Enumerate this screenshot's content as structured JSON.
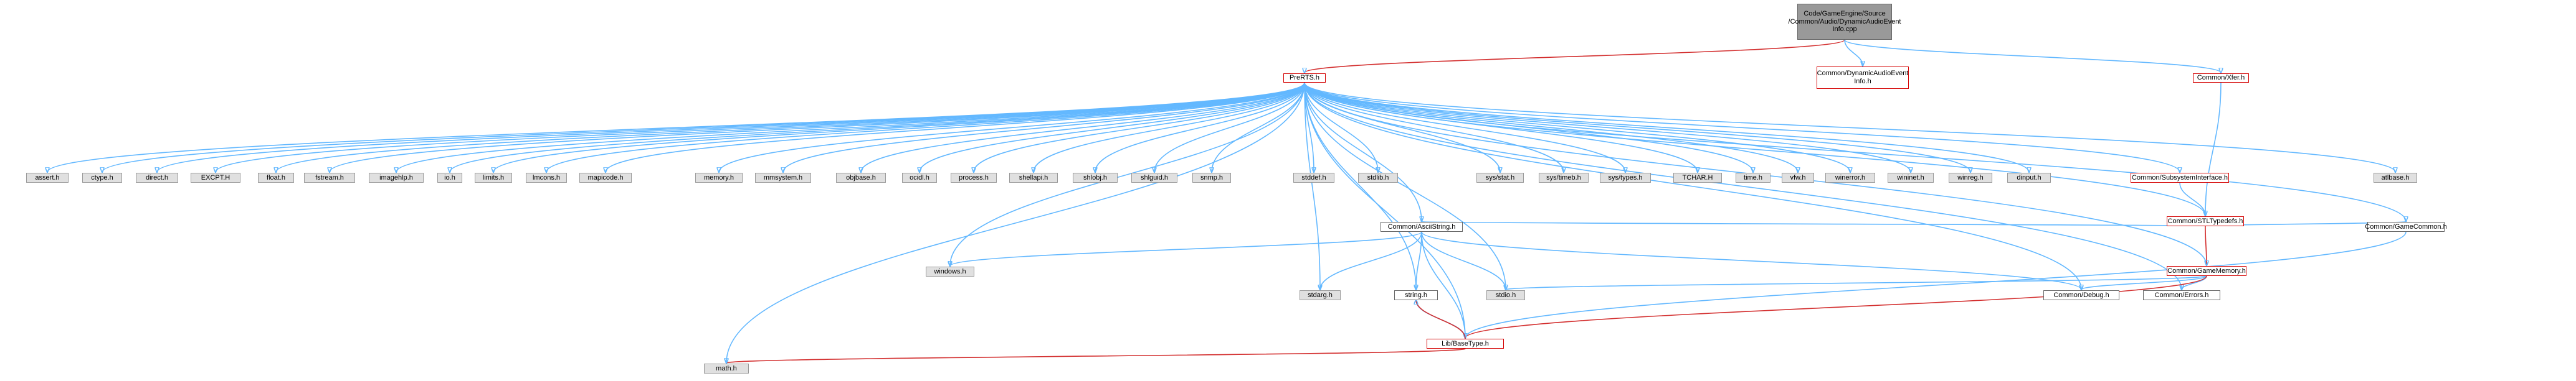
{
  "title": "Code/GameEngine/Source/Common/Audio/DynamicAudioEventInfo.cpp",
  "nodes": [
    {
      "id": "root",
      "label": "Code/GameEngine/Source\n/Common/Audio/DynamicAudioEvent\nInfo.cpp",
      "kind": "root"
    },
    {
      "id": "prerts",
      "label": "PreRTS.h",
      "kind": "red"
    },
    {
      "id": "dynaudio",
      "label": "Common/DynamicAudioEvent\nInfo.h",
      "kind": "red"
    },
    {
      "id": "xfer",
      "label": "Common/Xfer.h",
      "kind": "red"
    },
    {
      "id": "assert",
      "label": "assert.h",
      "kind": "sys"
    },
    {
      "id": "ctype",
      "label": "ctype.h",
      "kind": "sys"
    },
    {
      "id": "direct",
      "label": "direct.h",
      "kind": "sys"
    },
    {
      "id": "excpt",
      "label": "EXCPT.H",
      "kind": "sys"
    },
    {
      "id": "float",
      "label": "float.h",
      "kind": "sys"
    },
    {
      "id": "fstream",
      "label": "fstream.h",
      "kind": "sys"
    },
    {
      "id": "imagehlp",
      "label": "imagehlp.h",
      "kind": "sys"
    },
    {
      "id": "io",
      "label": "io.h",
      "kind": "sys"
    },
    {
      "id": "limits",
      "label": "limits.h",
      "kind": "sys"
    },
    {
      "id": "lmcons",
      "label": "lmcons.h",
      "kind": "sys"
    },
    {
      "id": "mapicode",
      "label": "mapicode.h",
      "kind": "sys"
    },
    {
      "id": "memory",
      "label": "memory.h",
      "kind": "sys"
    },
    {
      "id": "mmsystem",
      "label": "mmsystem.h",
      "kind": "sys"
    },
    {
      "id": "objbase",
      "label": "objbase.h",
      "kind": "sys"
    },
    {
      "id": "ocidl",
      "label": "ocidl.h",
      "kind": "sys"
    },
    {
      "id": "process",
      "label": "process.h",
      "kind": "sys"
    },
    {
      "id": "shellapi",
      "label": "shellapi.h",
      "kind": "sys"
    },
    {
      "id": "shlobj",
      "label": "shlobj.h",
      "kind": "sys"
    },
    {
      "id": "shlguid",
      "label": "shlguid.h",
      "kind": "sys"
    },
    {
      "id": "snmp",
      "label": "snmp.h",
      "kind": "sys"
    },
    {
      "id": "stddef",
      "label": "stddef.h",
      "kind": "sys"
    },
    {
      "id": "stdlib",
      "label": "stdlib.h",
      "kind": "sys"
    },
    {
      "id": "sysstat",
      "label": "sys/stat.h",
      "kind": "sys"
    },
    {
      "id": "systimeb",
      "label": "sys/timeb.h",
      "kind": "sys"
    },
    {
      "id": "systypes",
      "label": "sys/types.h",
      "kind": "sys"
    },
    {
      "id": "tchar",
      "label": "TCHAR.H",
      "kind": "sys"
    },
    {
      "id": "time",
      "label": "time.h",
      "kind": "sys"
    },
    {
      "id": "vfw",
      "label": "vfw.h",
      "kind": "sys"
    },
    {
      "id": "winerror",
      "label": "winerror.h",
      "kind": "sys"
    },
    {
      "id": "wininet",
      "label": "wininet.h",
      "kind": "sys"
    },
    {
      "id": "winreg",
      "label": "winreg.h",
      "kind": "sys"
    },
    {
      "id": "dinput",
      "label": "dinput.h",
      "kind": "sys"
    },
    {
      "id": "subsys",
      "label": "Common/SubsystemInterface.h",
      "kind": "red"
    },
    {
      "id": "atlbase",
      "label": "atlbase.h",
      "kind": "sys"
    },
    {
      "id": "stltypedefs",
      "label": "Common/STLTypedefs.h",
      "kind": "red"
    },
    {
      "id": "asciistring",
      "label": "Common/AsciiString.h",
      "kind": "doc"
    },
    {
      "id": "gamememory",
      "label": "Common/GameMemory.h",
      "kind": "red"
    },
    {
      "id": "gamecommon",
      "label": "Common/GameCommon.h",
      "kind": "doc"
    },
    {
      "id": "windows",
      "label": "windows.h",
      "kind": "sys"
    },
    {
      "id": "stdarg",
      "label": "stdarg.h",
      "kind": "sys"
    },
    {
      "id": "string",
      "label": "string.h",
      "kind": "doc"
    },
    {
      "id": "stdio",
      "label": "stdio.h",
      "kind": "sys"
    },
    {
      "id": "debug",
      "label": "Common/Debug.h",
      "kind": "doc"
    },
    {
      "id": "errors",
      "label": "Common/Errors.h",
      "kind": "doc"
    },
    {
      "id": "basetype",
      "label": "Lib/BaseType.h",
      "kind": "red"
    },
    {
      "id": "math",
      "label": "math.h",
      "kind": "sys"
    }
  ],
  "edges": [
    [
      "root",
      "prerts"
    ],
    [
      "root",
      "dynaudio"
    ],
    [
      "root",
      "xfer"
    ],
    [
      "prerts",
      "assert"
    ],
    [
      "prerts",
      "ctype"
    ],
    [
      "prerts",
      "direct"
    ],
    [
      "prerts",
      "excpt"
    ],
    [
      "prerts",
      "float"
    ],
    [
      "prerts",
      "fstream"
    ],
    [
      "prerts",
      "imagehlp"
    ],
    [
      "prerts",
      "io"
    ],
    [
      "prerts",
      "limits"
    ],
    [
      "prerts",
      "lmcons"
    ],
    [
      "prerts",
      "mapicode"
    ],
    [
      "prerts",
      "memory"
    ],
    [
      "prerts",
      "mmsystem"
    ],
    [
      "prerts",
      "objbase"
    ],
    [
      "prerts",
      "ocidl"
    ],
    [
      "prerts",
      "process"
    ],
    [
      "prerts",
      "shellapi"
    ],
    [
      "prerts",
      "shlobj"
    ],
    [
      "prerts",
      "shlguid"
    ],
    [
      "prerts",
      "snmp"
    ],
    [
      "prerts",
      "stddef"
    ],
    [
      "prerts",
      "stdlib"
    ],
    [
      "prerts",
      "sysstat"
    ],
    [
      "prerts",
      "systimeb"
    ],
    [
      "prerts",
      "systypes"
    ],
    [
      "prerts",
      "tchar"
    ],
    [
      "prerts",
      "time"
    ],
    [
      "prerts",
      "vfw"
    ],
    [
      "prerts",
      "winerror"
    ],
    [
      "prerts",
      "wininet"
    ],
    [
      "prerts",
      "winreg"
    ],
    [
      "prerts",
      "dinput"
    ],
    [
      "prerts",
      "subsys"
    ],
    [
      "prerts",
      "atlbase"
    ],
    [
      "prerts",
      "stltypedefs"
    ],
    [
      "prerts",
      "asciistring"
    ],
    [
      "prerts",
      "gamememory"
    ],
    [
      "prerts",
      "gamecommon"
    ],
    [
      "prerts",
      "windows"
    ],
    [
      "prerts",
      "stdarg"
    ],
    [
      "prerts",
      "string"
    ],
    [
      "prerts",
      "stdio"
    ],
    [
      "prerts",
      "debug"
    ],
    [
      "prerts",
      "errors"
    ],
    [
      "prerts",
      "basetype"
    ],
    [
      "prerts",
      "math"
    ],
    [
      "xfer",
      "stltypedefs"
    ],
    [
      "subsys",
      "stltypedefs"
    ],
    [
      "stltypedefs",
      "asciistring"
    ],
    [
      "stltypedefs",
      "gamememory"
    ],
    [
      "stltypedefs",
      "gamecommon"
    ],
    [
      "asciistring",
      "windows"
    ],
    [
      "asciistring",
      "stdarg"
    ],
    [
      "asciistring",
      "string"
    ],
    [
      "asciistring",
      "stdio"
    ],
    [
      "asciistring",
      "debug"
    ],
    [
      "asciistring",
      "basetype"
    ],
    [
      "gamememory",
      "stdio"
    ],
    [
      "gamememory",
      "debug"
    ],
    [
      "gamememory",
      "errors"
    ],
    [
      "gamememory",
      "basetype"
    ],
    [
      "gamecommon",
      "basetype"
    ],
    [
      "string",
      "basetype"
    ],
    [
      "basetype",
      "string"
    ],
    [
      "basetype",
      "math"
    ]
  ]
}
